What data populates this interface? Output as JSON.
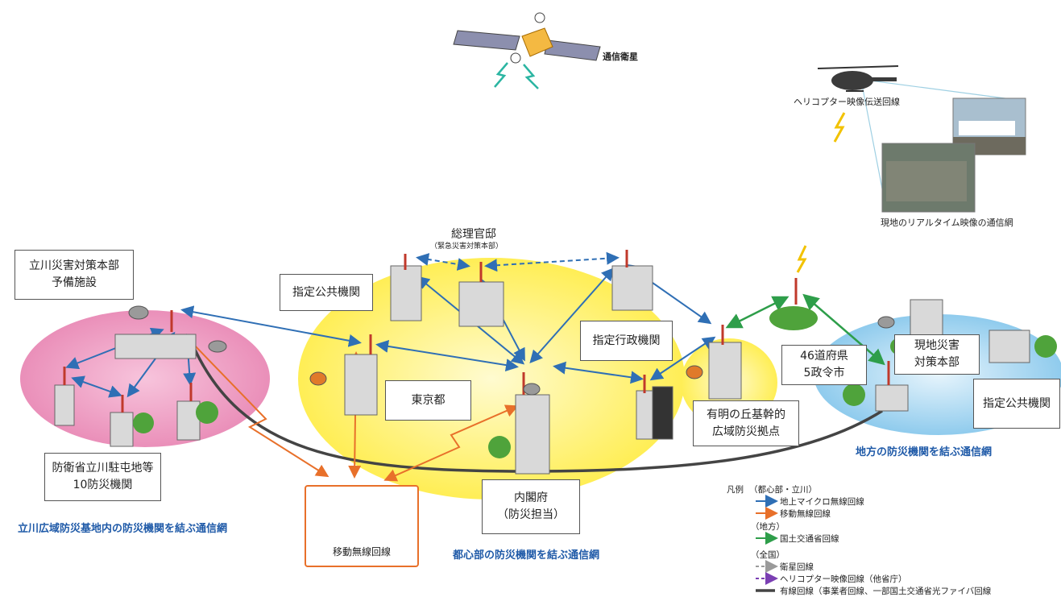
{
  "satellite": {
    "label": "通信衛星"
  },
  "helicopter": {
    "label": "ヘリコプター映像伝送回線",
    "realtime_label": "現地のリアルタイム映像の通信網"
  },
  "kantei": {
    "title": "総理官邸",
    "sub": "（緊急災害対策本部）"
  },
  "boxes": {
    "tachikawa_hq": [
      "立川災害対策本部",
      "予備施設"
    ],
    "public_center": "指定公共機関",
    "gyosei": "指定行政機関",
    "tokyo": "東京都",
    "ariake": [
      "有明の丘基幹的",
      "広域防災拠点"
    ],
    "prefectures": [
      "46道府県",
      "5政令市"
    ],
    "genchi": [
      "現地災害",
      "対策本部"
    ],
    "public_local": "指定公共機関",
    "boei": [
      "防衛省立川駐屯地等",
      "10防災機関"
    ],
    "naikakufu": [
      "内閣府",
      "（防災担当）"
    ],
    "mobile": "移動無線回線"
  },
  "captions": {
    "tachikawa": "立川広域防災基地内の防災機関を結ぶ通信網",
    "center": "都心部の防災機関を結ぶ通信網",
    "local": "地方の防災機関を結ぶ通信網"
  },
  "legend": {
    "title": "凡例",
    "group1": "（都心部・立川）",
    "microwave": "地上マイクロ無線回線",
    "mobile": "移動無線回線",
    "group2": "（地方）",
    "mlit": "国土交通省回線",
    "group3": "（全国）",
    "satellite": "衛星回線",
    "heli": "ヘリコプター映像回線（他省庁）",
    "wired": "有線回線（事業者回線、一部国土交通省光ファイバ回線"
  },
  "colors": {
    "microwave": "#2f6fb5",
    "mobile": "#e8702a",
    "mlit": "#2e9e4a",
    "satellite": "#9a9a9a",
    "heli": "#7b3fb3",
    "wired": "#444444",
    "pink_zone": "#f3a9c9",
    "yellow_zone": "#fff27a",
    "blue_zone": "#a9d6f0"
  }
}
